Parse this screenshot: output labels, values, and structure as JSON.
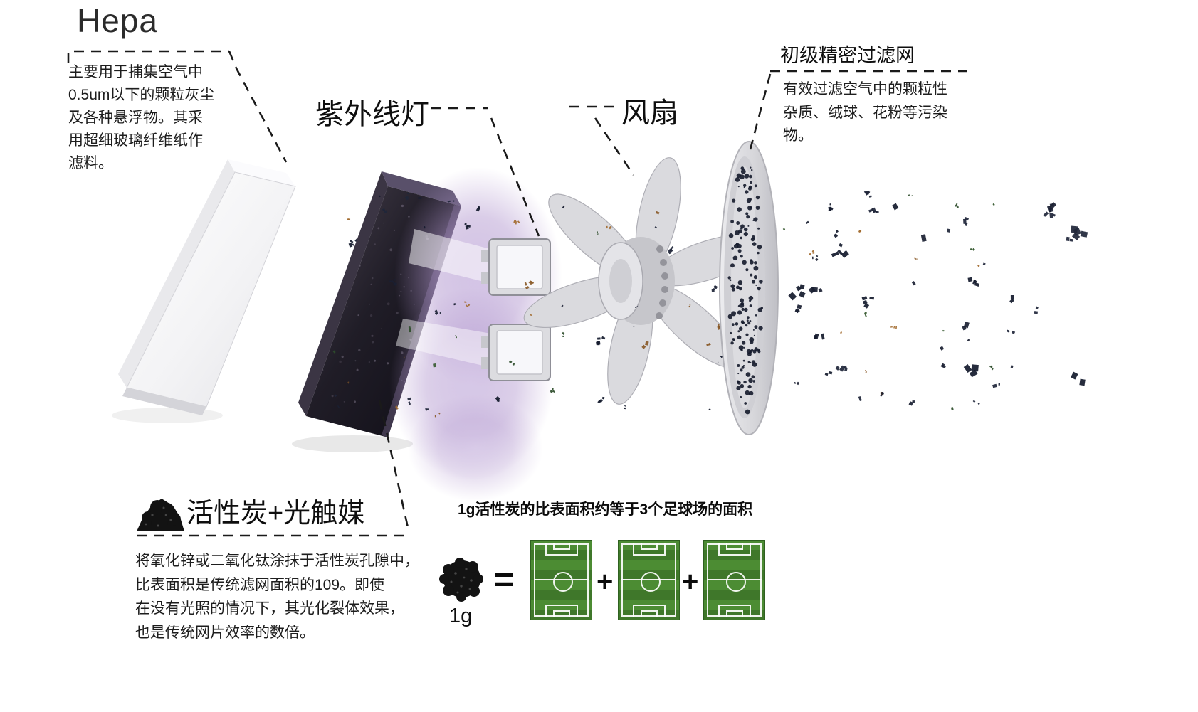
{
  "hepa": {
    "title": "Hepa",
    "description": "主要用于捕集空气中\n0.5um以下的颗粒灰尘\n及各种悬浮物。其采\n用超细玻璃纤维纸作\n滤料。"
  },
  "uv_lamp": {
    "label": "紫外线灯"
  },
  "fan": {
    "label": "风扇"
  },
  "prefilter": {
    "title": "初级精密过滤网",
    "description": "有效过滤空气中的颗粒性\n杂质、绒球、花粉等污染\n物。"
  },
  "carbon": {
    "title": "活性炭+光触媒",
    "description": "将氧化锌或二氧化钛涂抹于活性炭孔隙中，\n比表面积是传统滤网面积的109。即使\n在没有光照的情况下，其光化裂体效果，\n也是传统网片效率的数倍。",
    "fact": "1g活性炭的比表面积约等于3个足球场的面积",
    "unit_label": "1g",
    "equals": "=",
    "plus": "+"
  },
  "icons": {
    "carbon_pile": "carbon-pile-icon",
    "carbon_ball": "carbon-ball-icon",
    "soccer_field": "soccer-field-icon"
  },
  "colors": {
    "uv_glow": "#b49ad0",
    "field_green": "#4c8c33",
    "particle_navy": "#1a2032",
    "particle_brown": "#8a5a28",
    "particle_green": "#2e4d2b",
    "carbon_black": "#131313"
  }
}
